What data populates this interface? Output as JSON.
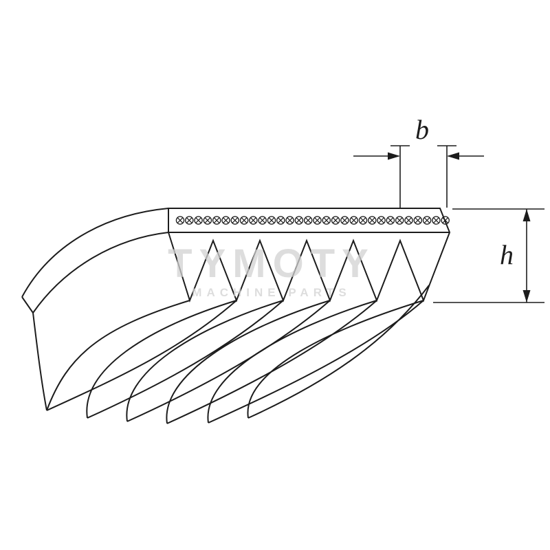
{
  "diagram": {
    "subject": "poly-v-ribbed-belt-cross-section",
    "band_pattern": "crossed-circles"
  },
  "dimensions": {
    "width_label": "b",
    "height_label": "h"
  },
  "watermark": {
    "line1": "TYMOTY",
    "line2": "MACHINE PARTS"
  },
  "colors": {
    "line": "#1c1c1c",
    "watermark": "#d2d2d2",
    "background": "#ffffff"
  }
}
